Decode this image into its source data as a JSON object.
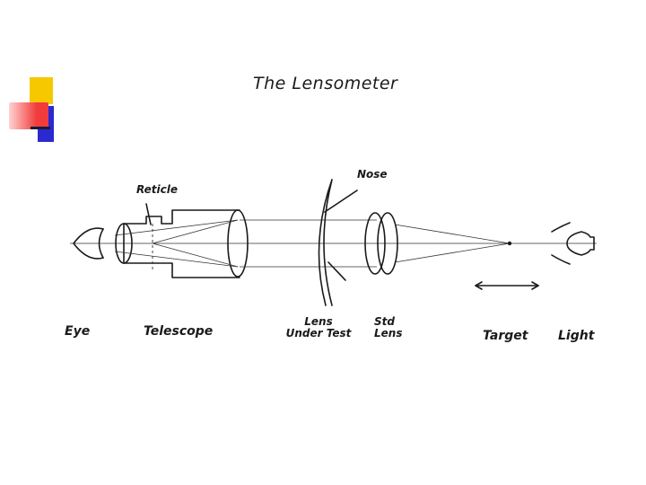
{
  "title": "The Lensometer",
  "labels": {
    "reticle": "Reticle",
    "nose": "Nose",
    "eye": "Eye",
    "telescope": "Telescope",
    "lens_under_test_line1": "Lens",
    "lens_under_test_line2": "Under Test",
    "std_lens_line1": "Std",
    "std_lens_line2": "Lens",
    "target": "Target",
    "light": "Light"
  },
  "colors": {
    "accent_yellow": "#f6c800",
    "accent_blue": "#2a2ad0",
    "accent_red": "#f03c3c",
    "ink": "#1a1a1a"
  }
}
